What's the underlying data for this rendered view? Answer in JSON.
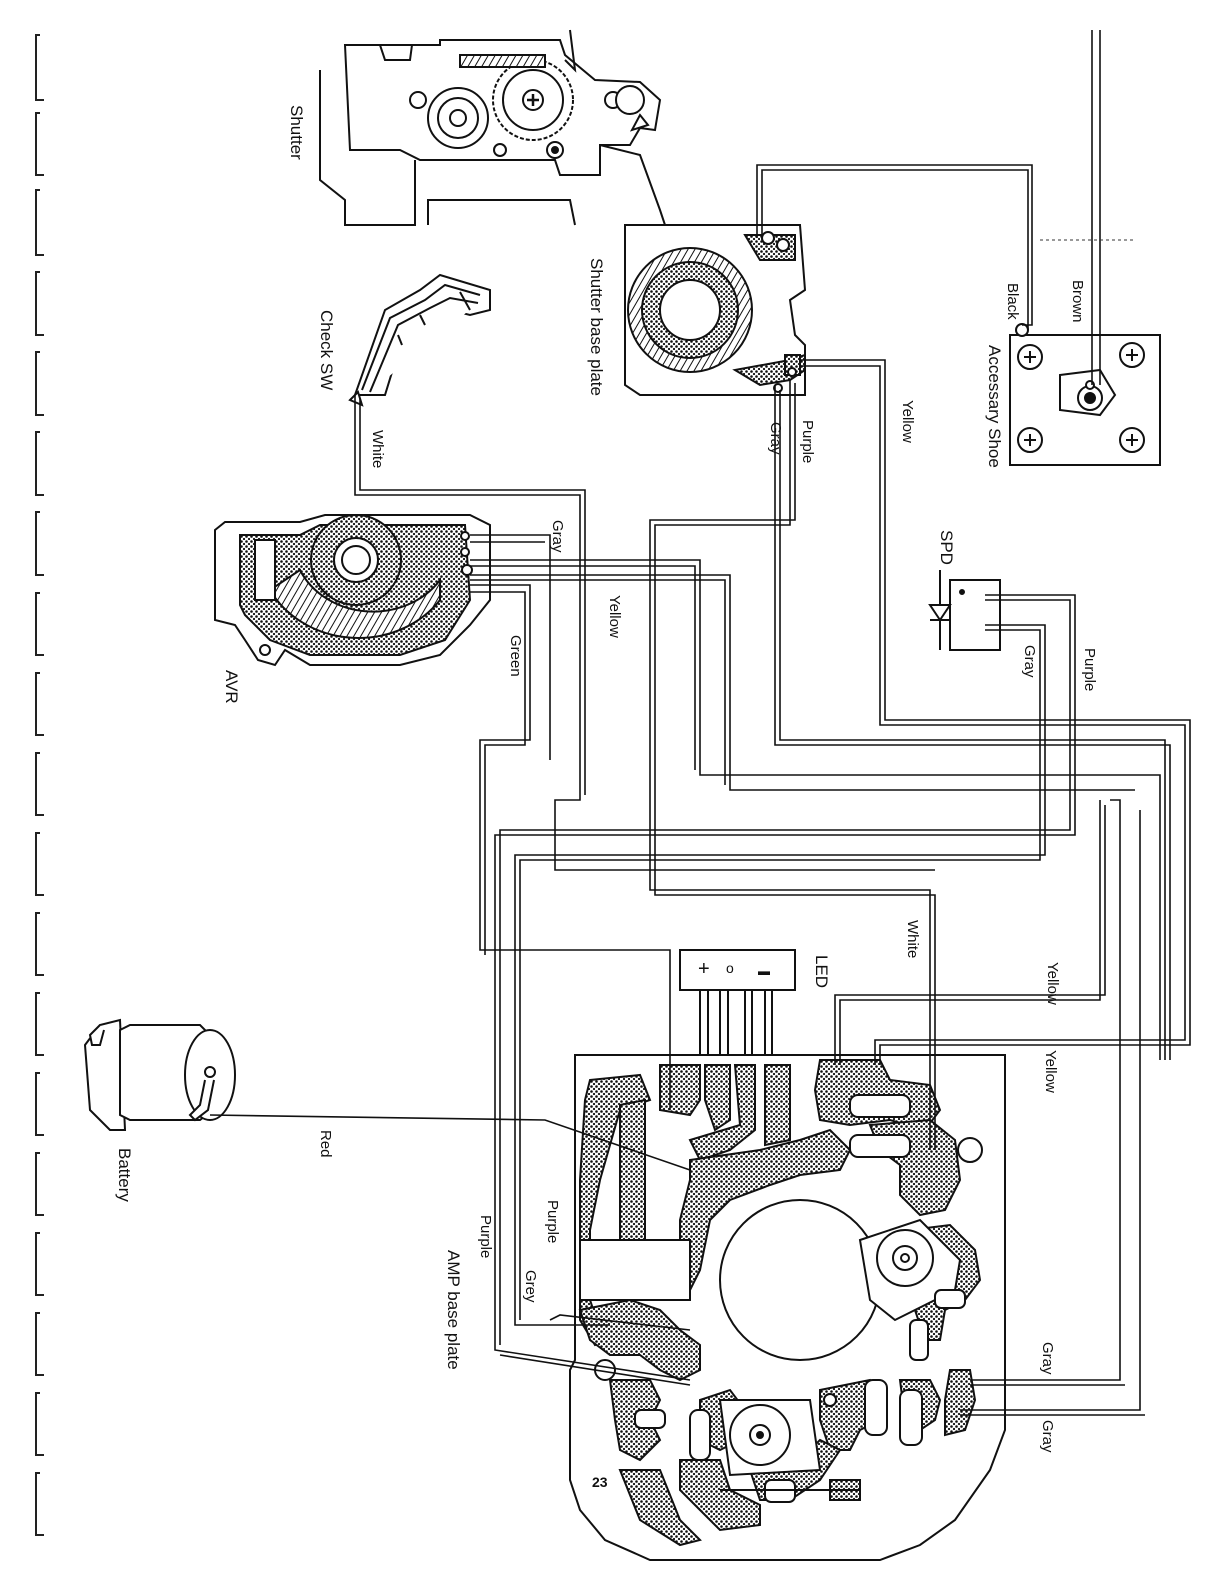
{
  "page_number": "23",
  "components": {
    "shutter": "Shutter",
    "shutter_base_plate": "Shutter base plate",
    "check_sw": "Check SW",
    "avr": "AVR",
    "accessary_shoe": "Accessary Shoe",
    "spd": "SPD",
    "led": "LED",
    "battery": "Battery",
    "amp_base_plate": "AMP base plate"
  },
  "wires": {
    "brown": "Brown",
    "black": "Black",
    "yellow_shoe": "Yellow",
    "purple_shutter": "Purple",
    "gray_shutter": "Gray",
    "white_check": "White",
    "gray_avr": "Gray",
    "yellow_avr": "Yellow",
    "green_avr": "Green",
    "purple_spd": "Purple",
    "gray_spd": "Gray",
    "white_amp": "White",
    "yellow_amp1": "Yellow",
    "yellow_amp2": "Yellow",
    "red_battery": "Red",
    "purple_amp1": "Purple",
    "purple_amp2": "Purple",
    "grey_amp": "Grey",
    "gray_amp1": "Gray",
    "gray_amp2": "Gray"
  },
  "led_symbols": {
    "plus": "+",
    "circle": "o",
    "minus": "▬"
  }
}
